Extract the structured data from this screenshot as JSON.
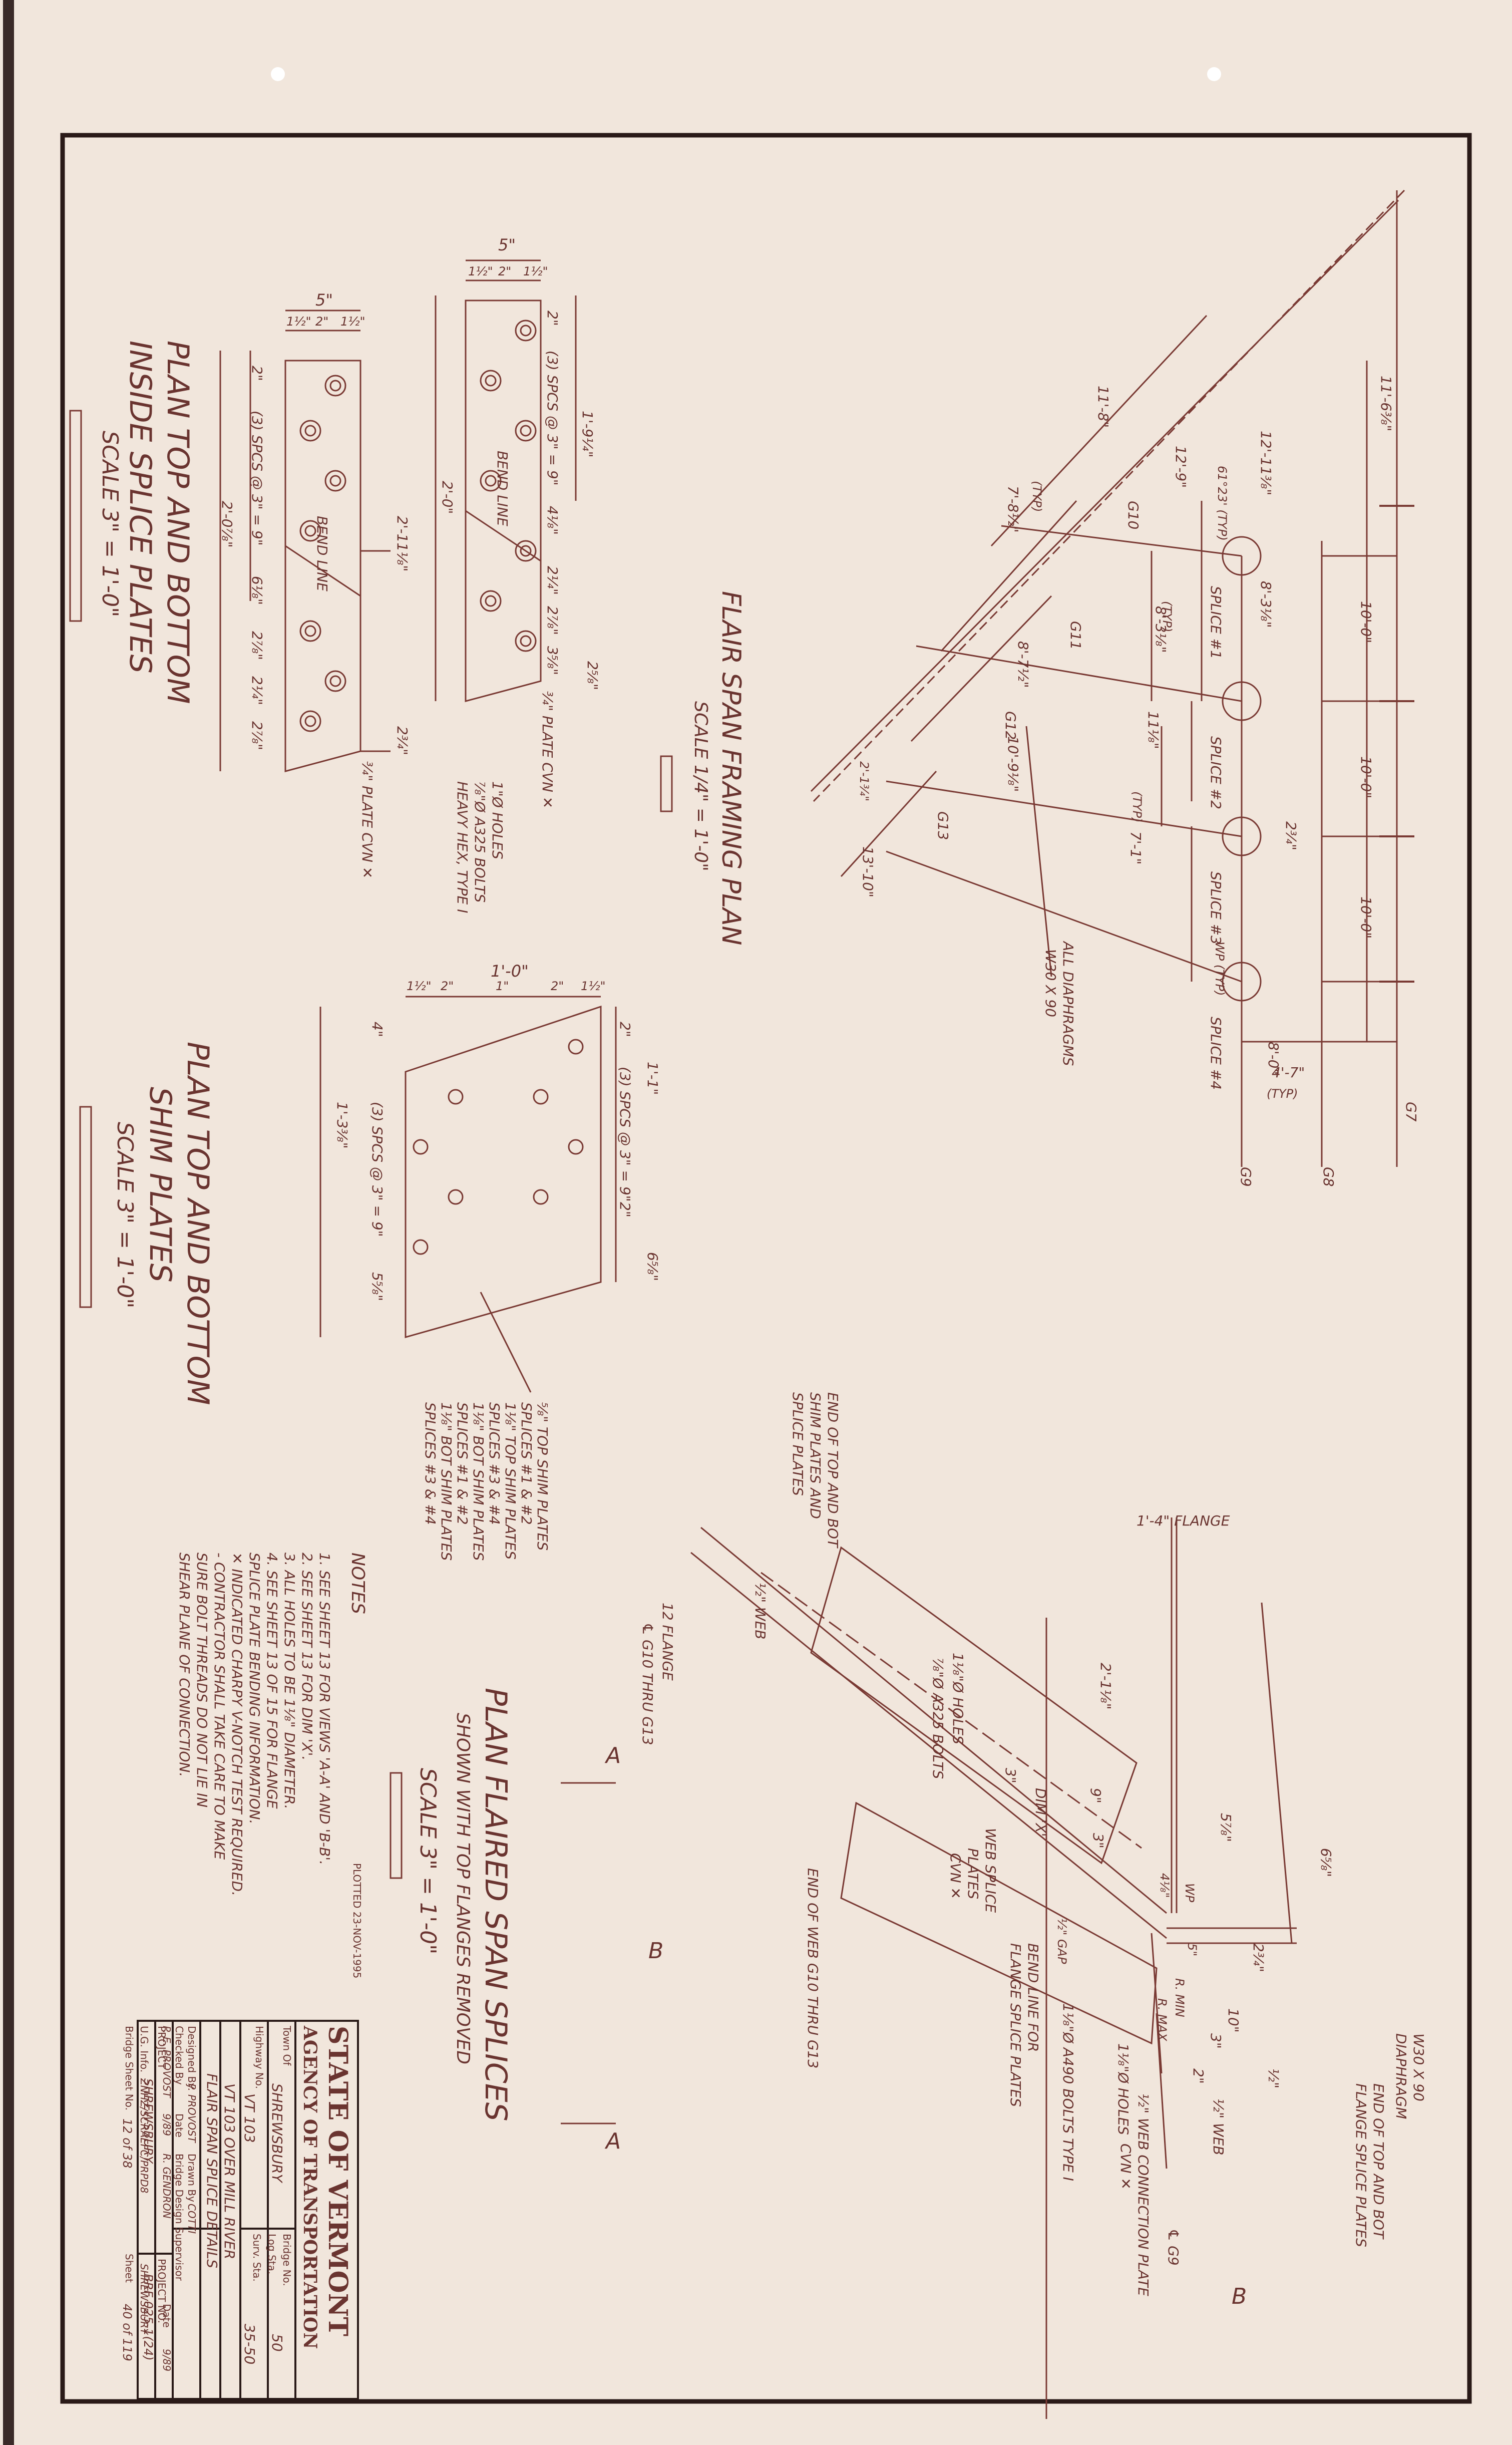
{
  "framing_plan": {
    "title": "FLAIR SPAN FRAMING PLAN",
    "scale": "SCALE 1/4\" = 1'-0\"",
    "dims": [
      "11'-6⅜\"",
      "12'-11⅜\"",
      "12'-9\"",
      "11'-8\"",
      "7'-8½\"",
      "8'-3⅛\"",
      "10'-0\"",
      "8'-7½\"",
      "8'-3⅛\"",
      "11⅛\"",
      "10'-9⅛\"",
      "7'-1\"",
      "2¾\"",
      "13'-10\"",
      "10'-0\"",
      "10'-0\"",
      "8'-0\"",
      "4'-7\"",
      "2'-1¾\""
    ],
    "angles": [
      "61°23' (TYP)",
      "(TYP)",
      "(TYP)",
      "(TYP)",
      "WP (TYP)",
      "(TYP)"
    ],
    "girders": [
      "G7",
      "G8",
      "G9",
      "G10",
      "G11",
      "G12",
      "G13"
    ],
    "splices": [
      "SPLICE #1",
      "SPLICE #2",
      "SPLICE #3",
      "SPLICE #4"
    ],
    "diaphragm_note": [
      "ALL DIAPHRAGMS",
      "W30 X 90"
    ]
  },
  "splice_plate_a": {
    "title": "PLAN TOP AND BOTTOM",
    "subtitle": "INSIDE SPLICE PLATES",
    "scale": "SCALE 3\" = 1'-0\"",
    "dims": [
      "5\"",
      "1½\"",
      "2\"",
      "1½\"",
      "2\"",
      "(3) SPCS @ 3\" = 9\"",
      "2'-0⅞\"",
      "6⅛\"",
      "2'-11⅛\"",
      "2⅞\"",
      "2¼\"",
      "2⅞\"",
      "2¾\"",
      "BEND LINE"
    ],
    "note": "¾\" PLATE CVN ✕"
  },
  "splice_plate_b": {
    "dims": [
      "5\"",
      "1½\"",
      "2\"",
      "1½\"",
      "2\"",
      "(3) SPCS @ 3\" = 9\"",
      "1'-9¼\"",
      "2'-0\"",
      "4⅛\"",
      "2¼\"",
      "2⅞\"",
      "3⅝\"",
      "2⅝\"",
      "BEND LINE"
    ],
    "note": "¾\" PLATE CVN ✕",
    "holes_note": [
      "1\"Ø HOLES",
      "⅞\"Ø A325 BOLTS",
      "HEAVY HEX, TYPE I"
    ]
  },
  "shim_plates": {
    "title": "PLAN TOP AND BOTTOM",
    "subtitle": "SHIM PLATES",
    "scale": "SCALE 3\" = 1'-0\"",
    "dims": [
      "1'-0\"",
      "1½\"",
      "2\"",
      "1\"",
      "2\"",
      "1½\"",
      "2\"",
      "(3) SPCS @ 3\" = 9\"",
      "1'-1\"",
      "4\"",
      "(3) SPCS @ 3\" = 9\"",
      "1'-3⅜\"",
      "2\"",
      "6⅝\"",
      "5⅝\""
    ],
    "notes": [
      "⅝\" TOP SHIM PLATES",
      "SPLICES #1 & #2",
      "1⅛\" TOP SHIM PLATES",
      "SPLICES #3 & #4",
      "1⅛\" BOT SHIM PLATES",
      "SPLICES #1 & #2",
      "1⅛\" BOT SHIM PLATES",
      "SPLICES #3 & #4"
    ]
  },
  "notes": {
    "title": "NOTES",
    "items": [
      "1. SEE SHEET 13 FOR VIEWS 'A-A' AND 'B-B'.",
      "2. SEE SHEET 13 FOR DIM 'X'.",
      "3. ALL HOLES TO BE 1⅛\" DIAMETER.",
      "4. SEE SHEET 13 OF 15 FOR FLANGE",
      "   SPLICE PLATE BENDING INFORMATION.",
      "✕ INDICATED CHARPY V-NOTCH TEST REQUIRED.",
      "- CONTRACTOR SHALL TAKE CARE TO MAKE",
      "  SURE BOLT THREADS DO NOT LIE IN",
      "  SHEAR PLANE OF CONNECTION."
    ]
  },
  "flared_splices": {
    "title": "PLAN FLAIRED SPAN SPLICES",
    "subtitle": "SHOWN WITH TOP FLANGES REMOVED",
    "scale": "SCALE 3\" = 1'-0\"",
    "labels": [
      "1'-4\" FLANGE",
      "END OF TOP AND BOT",
      "SHIM PLATES AND",
      "SPLICE PLATES",
      "½\" WEB",
      "12 FLANGE",
      "℄ G10 THRU G13",
      "1⅛\"Ø HOLES",
      "⅞\"Ø A325 BOLTS",
      "2'-1⅛\"",
      "DIM 'X'",
      "9\"",
      "3\"",
      "3\"",
      "5⅞\"",
      "6⅝\"",
      "WEB SPLICE",
      "PLATES",
      "CVN ✕",
      "4⅛\"",
      "WP",
      "5\"",
      "R. MIN",
      "R. MAX",
      "½\" GAP",
      "BEND LINE FOR",
      "FLANGE SPLICE PLATES",
      "END OF WEB G10 THRU G13",
      "2¾\"",
      "10\"",
      "3\"",
      "2\"",
      "1⅛\"Ø HOLES",
      "1⅛\"Ø A490 BOLTS TYPE I",
      "½\" WEB CONNECTION PLATE",
      "CVN ✕",
      "½\" WEB",
      "½\"",
      "℄ G9",
      "W30 X 90",
      "DIAPHRAGM",
      "END OF TOP AND BOT",
      "FLANGE SPLICE PLATES"
    ],
    "section_marks": [
      "A",
      "A",
      "B",
      "B"
    ]
  },
  "title_block": {
    "agency_line1": "STATE OF VERMONT",
    "agency_line2": "AGENCY OF TRANSPORTATION",
    "town_label": "Town Of",
    "town": "SHREWSBURY",
    "bridge_no_label": "Bridge No.",
    "bridge_no": "50",
    "highway_label": "Highway No.",
    "highway": "VT 103",
    "log_sta_label": "Log Sta.",
    "surv_sta_label": "Surv. Sta.",
    "surv_sta": "35-50",
    "location": "VT 103 OVER MILL RIVER",
    "sheet_title": "FLAIR SPAN SPLICE DETAILS",
    "designed_label": "Designed By",
    "designed": "P. PROVOST",
    "drawn_label": "Drawn By",
    "drawn": "COTTI",
    "checked_label": "Checked By",
    "checked": "P. E. PROVOST",
    "date_label": "Date",
    "date1": "9/89",
    "supervisor_label": "Bridge Design Supervisor",
    "supervisor": "R. GENDRON",
    "date2": "9/89",
    "project_label": "PROJECT",
    "project": "SHREWSBURY",
    "project_no_label": "PROJECT NO.",
    "project_no": "BRF 025-1(24)",
    "ug_label": "U.G. Info.",
    "ug": "ZNHZ/SCRAEFC/PRPD8",
    "ug2": "SHREWSBURY",
    "bridge_sheet_label": "Bridge Sheet No.",
    "bridge_sheet": "12 of 38",
    "sheet_label": "Sheet",
    "sheet": "40 of 119",
    "plotted": "PLOTTED 23-NOV-1995"
  },
  "colors": {
    "paper": "#f1e6dc",
    "ink": "#7a3a34",
    "border": "#2a1a18"
  }
}
